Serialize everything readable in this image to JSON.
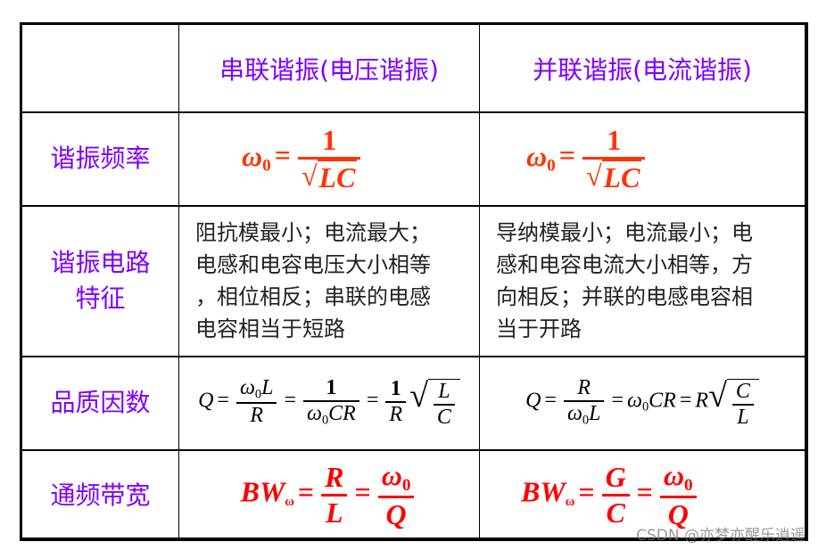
{
  "table": {
    "headers": [
      "",
      "串联谐振(电压谐振)",
      "并联谐振(电流谐振)"
    ],
    "rows": [
      {
        "label": "谐振频率",
        "series": {
          "lhs": "ω",
          "sub": "0",
          "eq": "=",
          "num": "1",
          "den_sqrt": "√",
          "den": "LC"
        },
        "parallel": {
          "lhs": "ω",
          "sub": "0",
          "eq": "=",
          "num": "1",
          "den_sqrt": "√",
          "den": "LC"
        }
      },
      {
        "label_line1": "谐振电路",
        "label_line2": "特征",
        "series_lines": [
          "阻抗模最小；电流最大；",
          "电感和电容电压大小相等",
          "，相位相反；串联的电感",
          "电容相当于短路"
        ],
        "parallel_lines": [
          "导纳模最小；电流最小；电",
          "感和电容电流大小相等，方",
          "向相反；并联的电感电容相",
          "当于开路"
        ]
      },
      {
        "label": "品质因数",
        "series": {
          "q": "Q",
          "eq": "=",
          "f1_num": "ω",
          "f1_num_sub": "0",
          "f1_num_tail": "L",
          "f1_den": "R",
          "f2_num": "1",
          "f2_den": "ω",
          "f2_den_sub": "0",
          "f2_den_tail": "CR",
          "f3_num": "1",
          "f3_den": "R",
          "sqrt_num": "L",
          "sqrt_den": "C"
        },
        "parallel": {
          "q": "Q",
          "eq": "=",
          "f1_num": "R",
          "f1_den": "ω",
          "f1_den_sub": "0",
          "f1_den_tail": "L",
          "mid": "ω",
          "mid_sub": "0",
          "mid_tail": "CR",
          "r": "R",
          "sqrt_num": "C",
          "sqrt_den": "L"
        }
      },
      {
        "label": "通频带宽",
        "series": {
          "lhs": "BW",
          "lhs_sub": "ω",
          "eq": "=",
          "f1_num": "R",
          "f1_den": "L",
          "f2_num": "ω",
          "f2_num_sub": "0",
          "f2_den": "Q"
        },
        "parallel": {
          "lhs": "BW",
          "lhs_sub": "ω",
          "eq": "=",
          "f1_num": "G",
          "f1_den": "C",
          "f2_num": "ω",
          "f2_num_sub": "0",
          "f2_den": "Q"
        }
      }
    ]
  },
  "colors": {
    "header_text": "#7f00ff",
    "formula_orange": "#ff3300",
    "formula_red": "#ff0000",
    "body_text": "#222222",
    "border": "#000000"
  },
  "watermark": "CSDN @亦梦亦醒乐逍遥"
}
